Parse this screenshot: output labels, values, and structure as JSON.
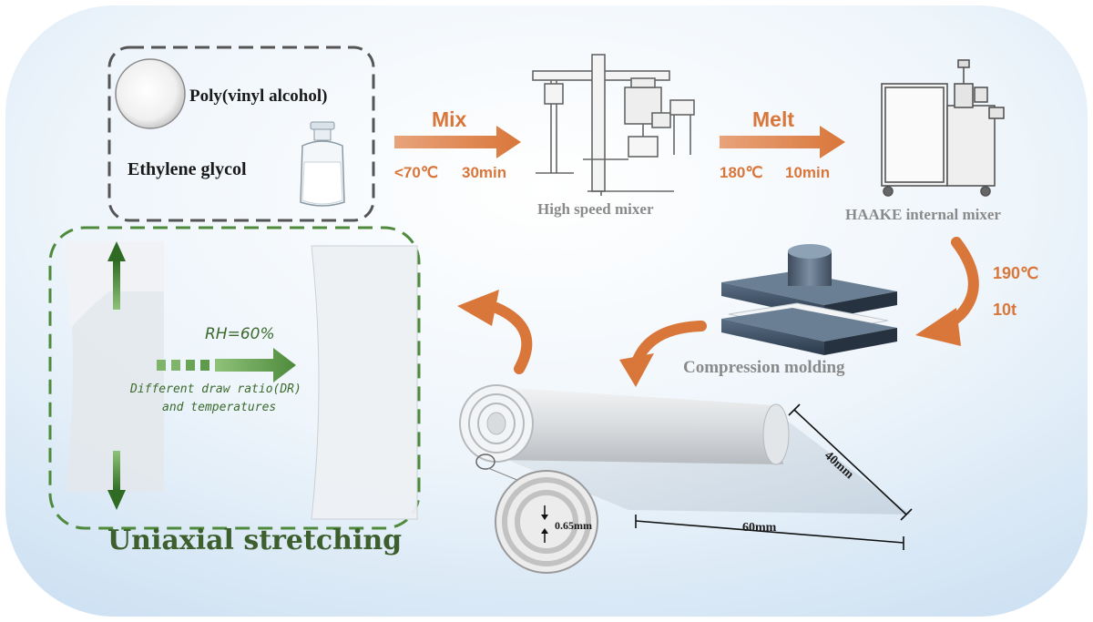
{
  "materials": {
    "pva": "Poly(vinyl alcohol)",
    "eg": "Ethylene glycol"
  },
  "step_mix": {
    "label": "Mix",
    "condition_temp": "<70℃",
    "condition_time": "30min"
  },
  "equipment_1": "High speed mixer",
  "step_melt": {
    "label": "Melt",
    "condition_temp": "180℃",
    "condition_time": "10min"
  },
  "equipment_2": "HAAKE internal mixer",
  "step_press": {
    "condition_temp": "190℃",
    "condition_force": "10t"
  },
  "equipment_3": "Compression molding",
  "film": {
    "thickness": "0.65mm",
    "width": "40mm",
    "length": "60mm"
  },
  "stretching": {
    "title": "Uniaxial stretching",
    "condition": "RH=60%",
    "note_line1": "Different draw ratio(DR)",
    "note_line2": "and temperatures"
  },
  "colors": {
    "orange": "#d9763a",
    "green": "#4e8a3c",
    "green_dark": "#3b6a2c",
    "panel_edge": "#c9dff2"
  }
}
